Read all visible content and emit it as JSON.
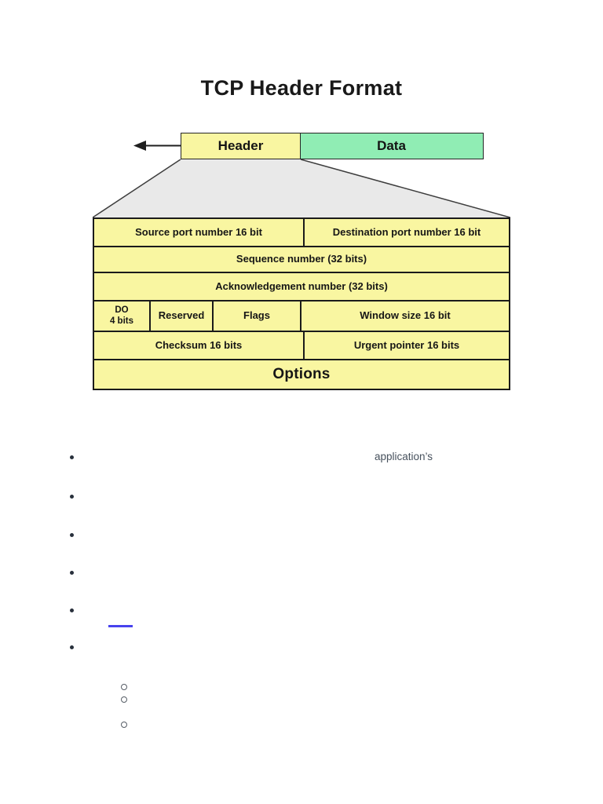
{
  "page_title": "TCP Header Format",
  "packet_bar": {
    "header_label": "Header",
    "data_label": "Data"
  },
  "tcp_table": {
    "rows": [
      [
        "Source port number 16 bit",
        "Destination port number 16 bit"
      ],
      [
        "Sequence number (32 bits)"
      ],
      [
        "Acknowledgement number (32 bits)"
      ],
      [
        "DO",
        "4 bits",
        "Reserved",
        "Flags",
        "Window size 16 bit"
      ],
      [
        "Checksum 16 bits",
        "Urgent pointer 16 bits"
      ],
      [
        "Options"
      ]
    ]
  },
  "notes": {
    "visible_word": "application’s",
    "bullet_count": 6,
    "sub_bullet_count": 3
  },
  "colors": {
    "header_yellow": "#F9F6A1",
    "data_green": "#90EDB4",
    "funnel_gray": "#E9E9E9",
    "link_blue": "#4843EE",
    "line": "#1B1B1B"
  }
}
